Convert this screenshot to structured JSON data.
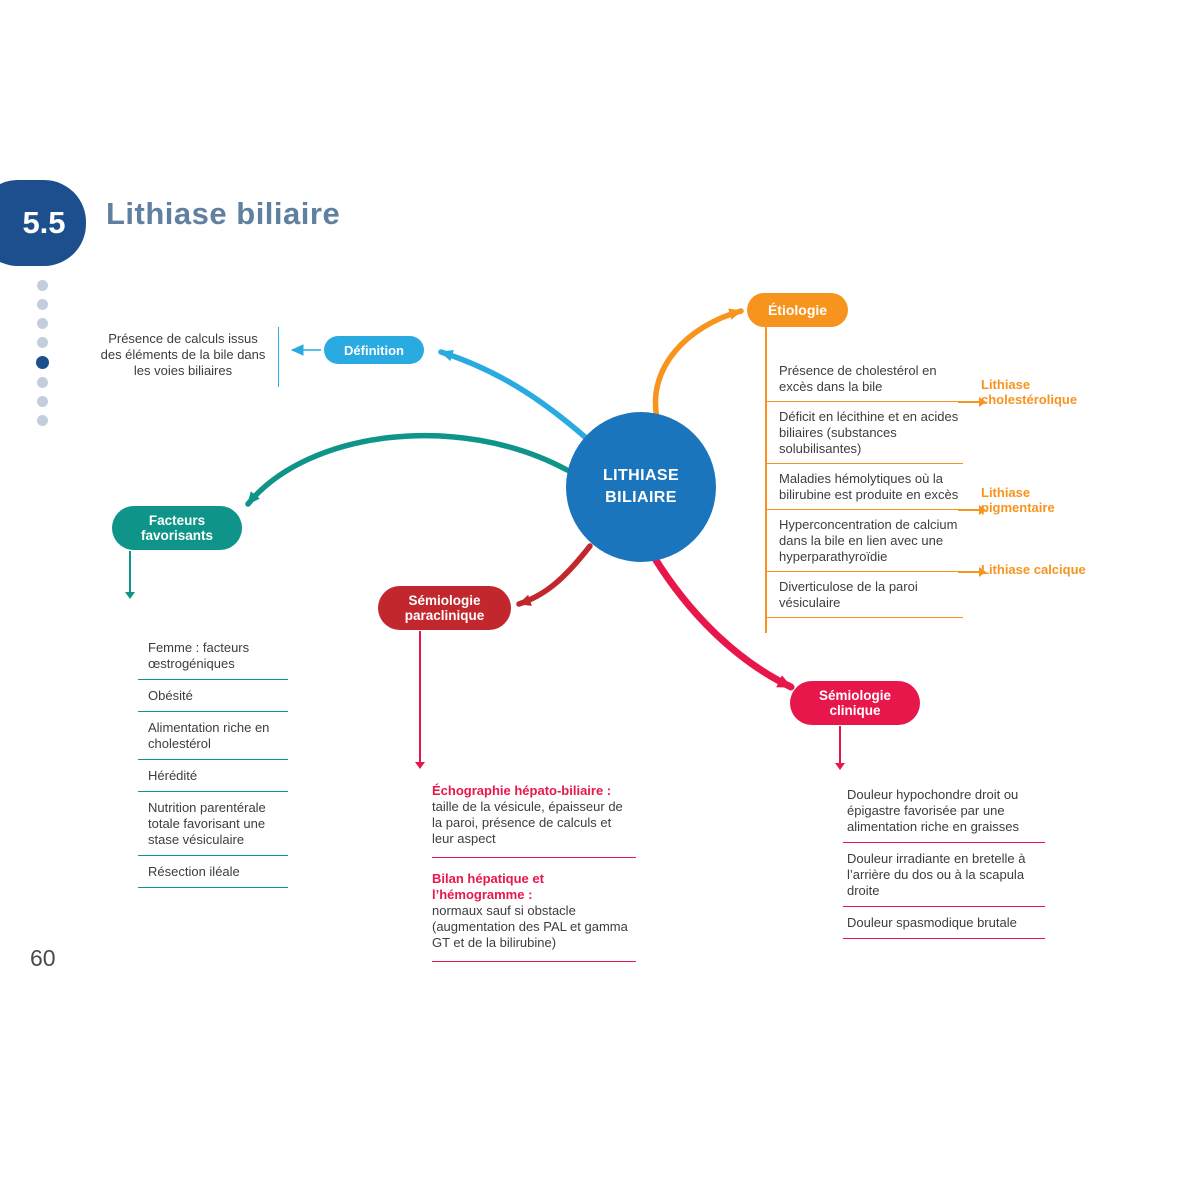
{
  "page": {
    "section_number": "5.5",
    "title": "Lithiase biliaire",
    "page_number": "60"
  },
  "colors": {
    "badge_blue": "#1d4f8f",
    "title_gray_blue": "#60809f",
    "center_blue": "#1b75bc",
    "definition_cyan": "#29abe2",
    "etiologie_orange": "#f7941e",
    "facteurs_teal": "#0e9488",
    "paraclinique_carmine": "#c1272d",
    "clinique_red": "#e8174b",
    "body_text": "#3d3d3d"
  },
  "center": {
    "line1": "LITHIASE",
    "line2": "BILIAIRE"
  },
  "definition": {
    "label": "Définition",
    "text": "Présence de calculs issus des éléments de la bile dans les voies biliaires"
  },
  "etiologie": {
    "label": "Étiologie",
    "items": [
      {
        "text": "Présence de cholestérol en excès dans la bile",
        "tag": "Lithiase cholestérolique"
      },
      {
        "text": "Déficit en lécithine et en acides biliaires (substances solubilisantes)"
      },
      {
        "text": "Maladies hémolytiques où la bilirubine est produite en excès",
        "tag": "Lithiase pigmentaire"
      },
      {
        "text": "Hyperconcentration de calcium dans la bile en lien avec une hyperparathyroïdie",
        "tag": "Lithiase calcique"
      },
      {
        "text": "Diverticulose de la paroi vésiculaire"
      }
    ]
  },
  "facteurs": {
    "label": "Facteurs favorisants",
    "items": [
      "Femme : facteurs œstrogéniques",
      "Obésité",
      "Alimentation riche en cholestérol",
      "Hérédité",
      "Nutrition parentérale totale favorisant une stase vésiculaire",
      "Résection iléale"
    ]
  },
  "paraclinique": {
    "label": "Sémiologie paraclinique",
    "blocks": [
      {
        "title": "Échographie hépato-biliaire :",
        "text": "taille de la vésicule, épaisseur de la paroi, présence de calculs et leur aspect"
      },
      {
        "title": "Bilan hépatique et l’hémogramme :",
        "text": "normaux sauf si obstacle (augmentation des PAL et gamma GT et de la bilirubine)"
      }
    ]
  },
  "clinique": {
    "label": "Sémiologie clinique",
    "items": [
      "Douleur hypochondre droit ou épigastre favorisée par une alimentation riche en graisses",
      "Douleur irradiante en bretelle à l’arrière du dos ou à la scapula droite",
      "Douleur spasmodique brutale"
    ]
  }
}
